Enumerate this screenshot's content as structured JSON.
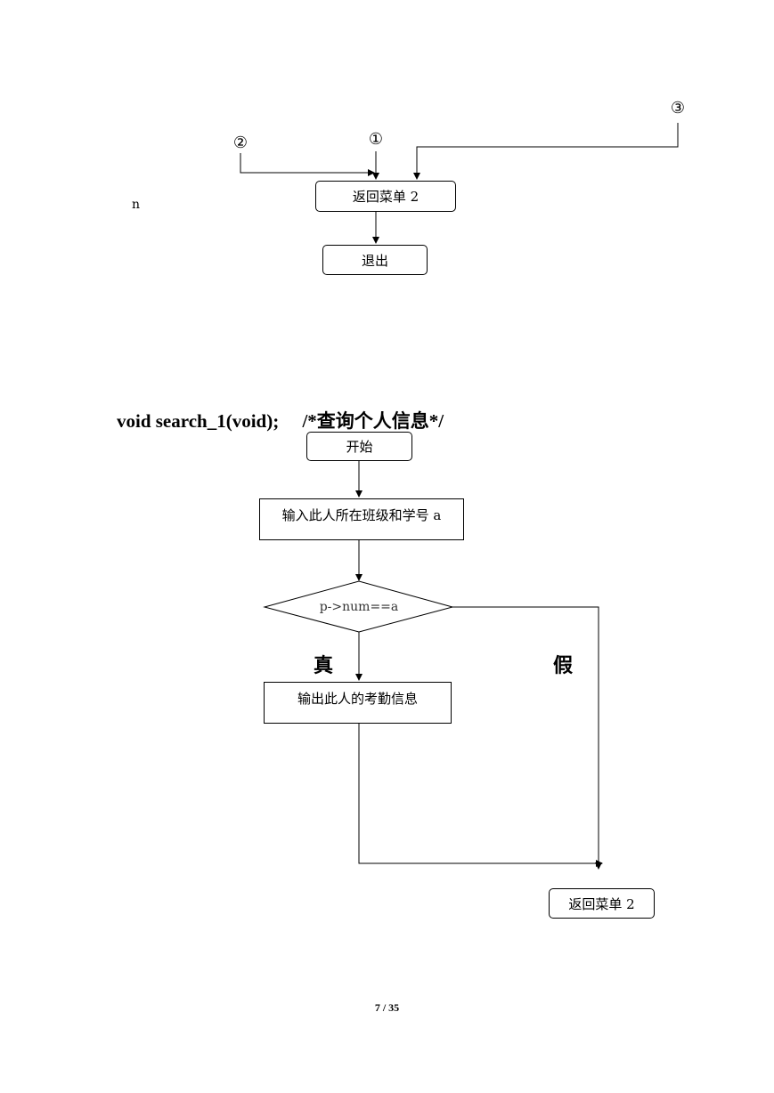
{
  "flowchart_top": {
    "connector_1": "①",
    "connector_2": "②",
    "connector_3": "③",
    "stray_text": "n",
    "return_menu": "返回菜单 2",
    "exit": "退出"
  },
  "section": {
    "heading": "void search_1(void);     /*查询个人信息*/"
  },
  "flowchart_search": {
    "start": "开始",
    "input_step": "输入此人所在班级和学号 a",
    "condition": "p->num==a",
    "true_label": "真",
    "false_label": "假",
    "output_step": "输出此人的考勤信息",
    "return_menu": "返回菜单 2"
  },
  "footer": {
    "page_number": "7 / 35"
  }
}
